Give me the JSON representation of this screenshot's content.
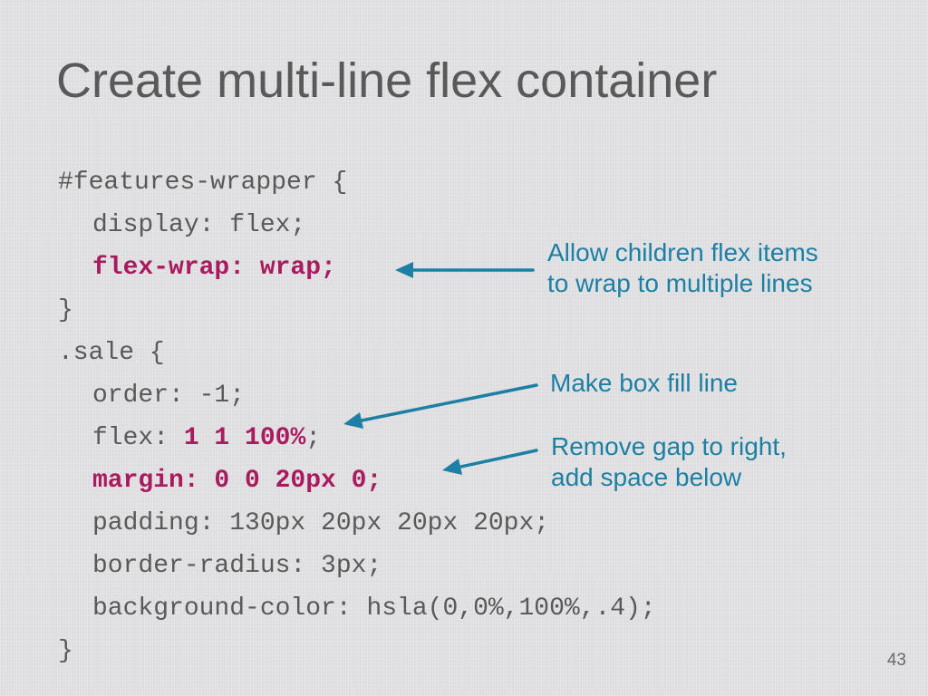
{
  "slide": {
    "title": "Create multi-line flex container",
    "code": {
      "l1": "#features-wrapper {",
      "l2": "display: flex;",
      "l3": "flex-wrap: wrap;",
      "l4": "}",
      "l5": ".sale {",
      "l6": "order: -1;",
      "l7_prop": "flex: ",
      "l7_val": "1 1 100%",
      "l7_end": ";",
      "l8": "margin: 0 0 20px 0;",
      "l9": "padding: 130px 20px 20px 20px;",
      "l10": "border-radius: 3px;",
      "l11": "background-color: hsla(0,0%,100%,.4);",
      "l12": "}"
    },
    "annotations": {
      "wrap_line1": "Allow children flex items",
      "wrap_line2": "to wrap to multiple lines",
      "fill": "Make box fill line",
      "margin_line1": "Remove gap to right,",
      "margin_line2": "add space below"
    },
    "page_number": "43"
  },
  "colors": {
    "title_text": "#595959",
    "code_text": "#595959",
    "code_highlight": "#aa1a5e",
    "annotation": "#1c7fa3",
    "background": "#e3e3e5"
  },
  "icons": {
    "arrow": "left-pointing-arrow-icon"
  }
}
